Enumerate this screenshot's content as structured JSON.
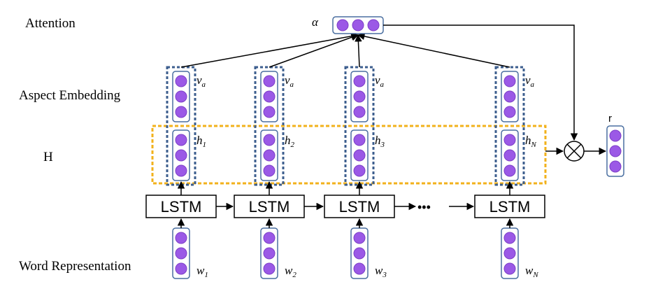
{
  "row_labels": {
    "attention": "Attention",
    "aspect_embedding": "Aspect Embedding",
    "hidden": "H",
    "word_representation": "Word Representation"
  },
  "lstm_label": "LSTM",
  "ellipsis": "•••",
  "alpha_label": "α",
  "output_label": "r",
  "columns": [
    {
      "h_base": "h",
      "h_sub": "1",
      "v_base": "v",
      "v_sub": "a",
      "w_base": "w",
      "w_sub": "1"
    },
    {
      "h_base": "h",
      "h_sub": "2",
      "v_base": "v",
      "v_sub": "a",
      "w_base": "w",
      "w_sub": "2"
    },
    {
      "h_base": "h",
      "h_sub": "3",
      "v_base": "v",
      "v_sub": "a",
      "w_base": "w",
      "w_sub": "3"
    },
    {
      "h_base": "h",
      "h_sub": "N",
      "v_base": "v",
      "v_sub": "a",
      "w_base": "w",
      "w_sub": "N"
    }
  ],
  "colors": {
    "dot": "#9b59e6",
    "dot_stroke": "#7d3fc7",
    "vector_border": "#4a6fa0",
    "dashed_blue": "#3c5e8e",
    "dashed_orange": "#f2b21c",
    "line": "#000000"
  }
}
